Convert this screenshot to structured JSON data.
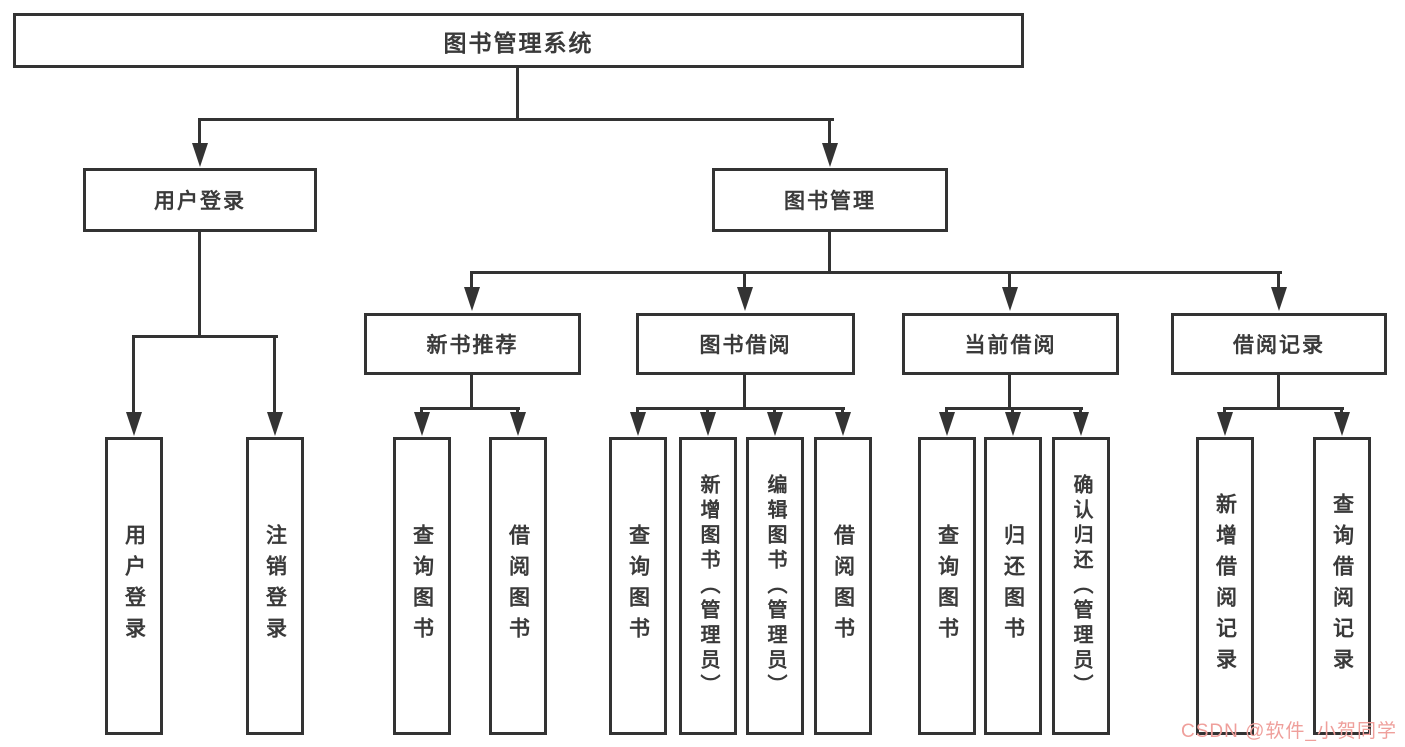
{
  "diagram": {
    "colors": {
      "line": "#333333",
      "text": "#3a3a3a",
      "background": "#ffffff",
      "watermark": "#ef9f9b"
    },
    "watermark": {
      "text": "CSDN @软件_小贺同学"
    },
    "nodes": {
      "root": {
        "label": "图书管理系统"
      },
      "user_login": {
        "label": "用户登录"
      },
      "book_mgmt": {
        "label": "图书管理"
      },
      "new_book_rec": {
        "label": "新书推荐"
      },
      "book_borrow": {
        "label": "图书借阅"
      },
      "current_borrow": {
        "label": "当前借阅"
      },
      "borrow_record": {
        "label": "借阅记录"
      },
      "login_user": {
        "label": "用户登录"
      },
      "login_logout": {
        "label": "注销登录"
      },
      "rec_query": {
        "label": "查询图书"
      },
      "rec_borrow": {
        "label": "借阅图书"
      },
      "borrow_query": {
        "label": "查询图书"
      },
      "borrow_add": {
        "label": "新增图书（管理员）"
      },
      "borrow_edit": {
        "label": "编辑图书（管理员）"
      },
      "borrow_borrow": {
        "label": "借阅图书"
      },
      "current_query": {
        "label": "查询图书"
      },
      "current_return": {
        "label": "归还图书"
      },
      "current_confirm": {
        "label": "确认归还（管理员）"
      },
      "record_add": {
        "label": "新增借阅记录"
      },
      "record_query": {
        "label": "查询借阅记录"
      }
    }
  }
}
